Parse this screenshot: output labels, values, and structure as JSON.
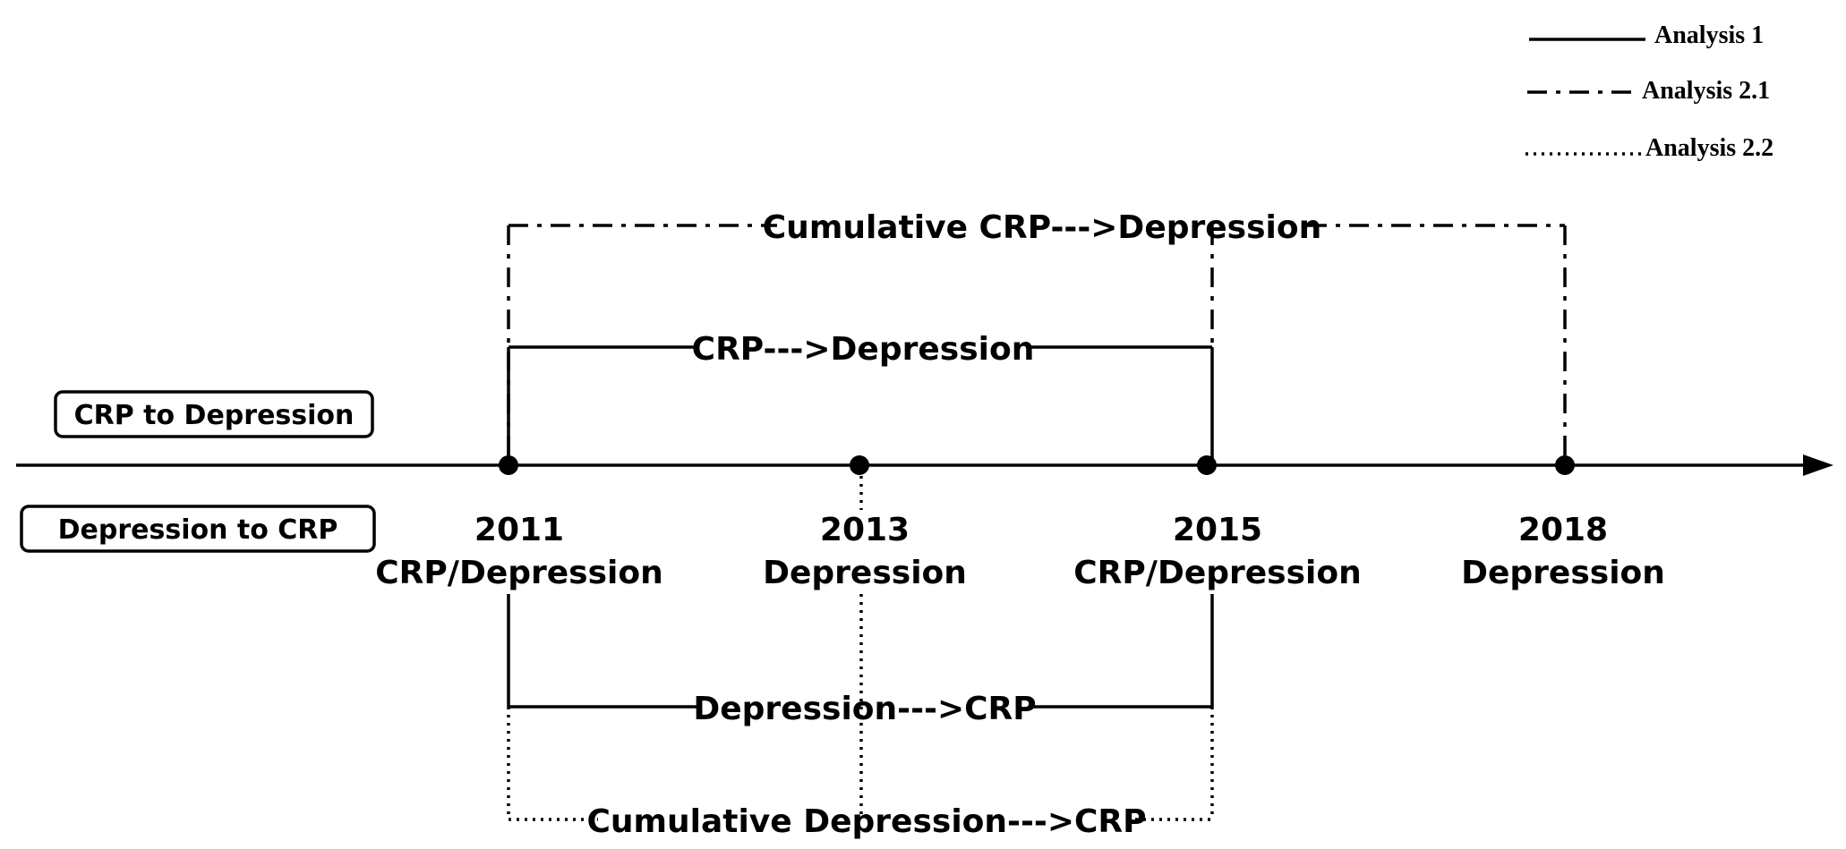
{
  "legend": {
    "items": [
      {
        "label": "Analysis 1",
        "style": "solid"
      },
      {
        "label": "Analysis 2.1",
        "style": "dash-dot"
      },
      {
        "label": "Analysis 2.2",
        "style": "dotted"
      }
    ]
  },
  "direction_boxes": {
    "top": "CRP to Depression",
    "bottom": "Depression to CRP"
  },
  "timeline": {
    "points": [
      {
        "year": "2011",
        "measure": "CRP/Depression"
      },
      {
        "year": "2013",
        "measure": "Depression"
      },
      {
        "year": "2015",
        "measure": "CRP/Depression"
      },
      {
        "year": "2018",
        "measure": "Depression"
      }
    ]
  },
  "brackets": {
    "cumulative_crp_to_depression": "Cumulative CRP--->Depression",
    "crp_to_depression": "CRP--->Depression",
    "depression_to_crp": "Depression--->CRP",
    "cumulative_depression_to_crp": "Cumulative Depression--->CRP"
  }
}
